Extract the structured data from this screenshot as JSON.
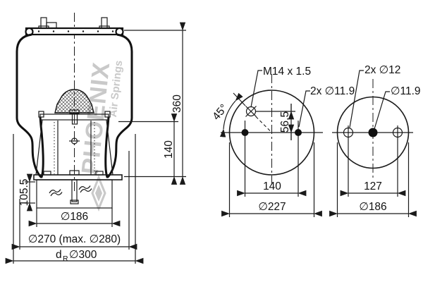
{
  "drawing": {
    "watermark": {
      "brand": "PHOENIX",
      "tagline": "Air Springs"
    },
    "side_view": {
      "dim_total_height": "360",
      "dim_piston_height": "140",
      "dim_lower_height": "105.5",
      "dim_piston_dia": "∅186",
      "dim_bellows_dia": "∅270 (max. ∅280)",
      "dim_rolling_prefix": "d",
      "dim_rolling_sub": "R",
      "dim_rolling_dia": "∅300"
    },
    "piston_top_view": {
      "label_thread": "M14 x 1.5",
      "label_studs": "2x ∅11.9",
      "label_angle": "45°",
      "dim_thread_offset": "56.5",
      "dim_stud_spacing": "140",
      "dim_outer_dia": "∅227"
    },
    "base_view": {
      "label_holes": "2x ∅12",
      "label_center_hole": "∅11.9",
      "dim_hole_spacing": "127",
      "dim_outer_dia": "∅186"
    }
  }
}
